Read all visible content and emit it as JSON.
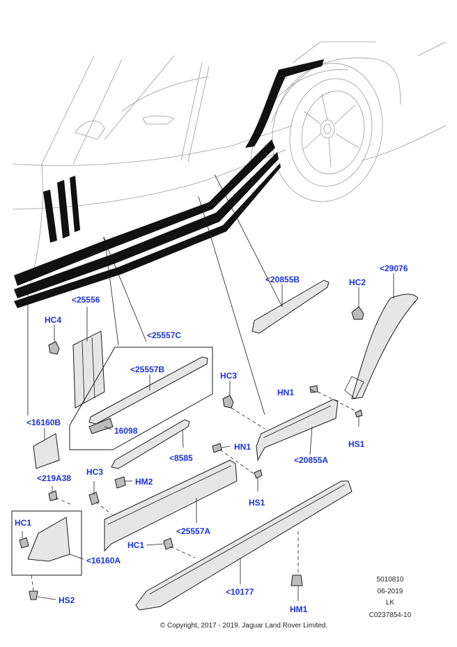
{
  "callouts": {
    "c29076": "<29076",
    "c20855B": "<20855B",
    "cHC2": "HC2",
    "c25556": "<25556",
    "cHC4": "HC4",
    "c25557C": "<25557C",
    "c25557B": "<25557B",
    "c16098": "16098",
    "cHC3a": "HC3",
    "cHN1a": "HN1",
    "cHS1a": "HS1",
    "c20855A": "<20855A",
    "c16160B": "<16160B",
    "c8585": "<8585",
    "cHN1b": "HN1",
    "c219A38": "<219A38",
    "cHC3b": "HC3",
    "cHM2": "HM2",
    "cHS1b": "HS1",
    "cHC1a": "HC1",
    "c25557A": "<25557A",
    "cHC1b": "HC1",
    "c16160A": "<16160A",
    "c10177": "<10177",
    "cHM1": "HM1",
    "cHS2": "HS2"
  },
  "meta": {
    "line1": "5010810",
    "line2": "06-2019",
    "line3": "LK",
    "line4": "C0237854-10"
  },
  "copyright": "© Copyright, 2017 - 2019. Jaguar Land Rover Limited.",
  "colors": {
    "callout": "#1a33d6",
    "line": "#1a1a1a",
    "stripe": "#111111"
  }
}
